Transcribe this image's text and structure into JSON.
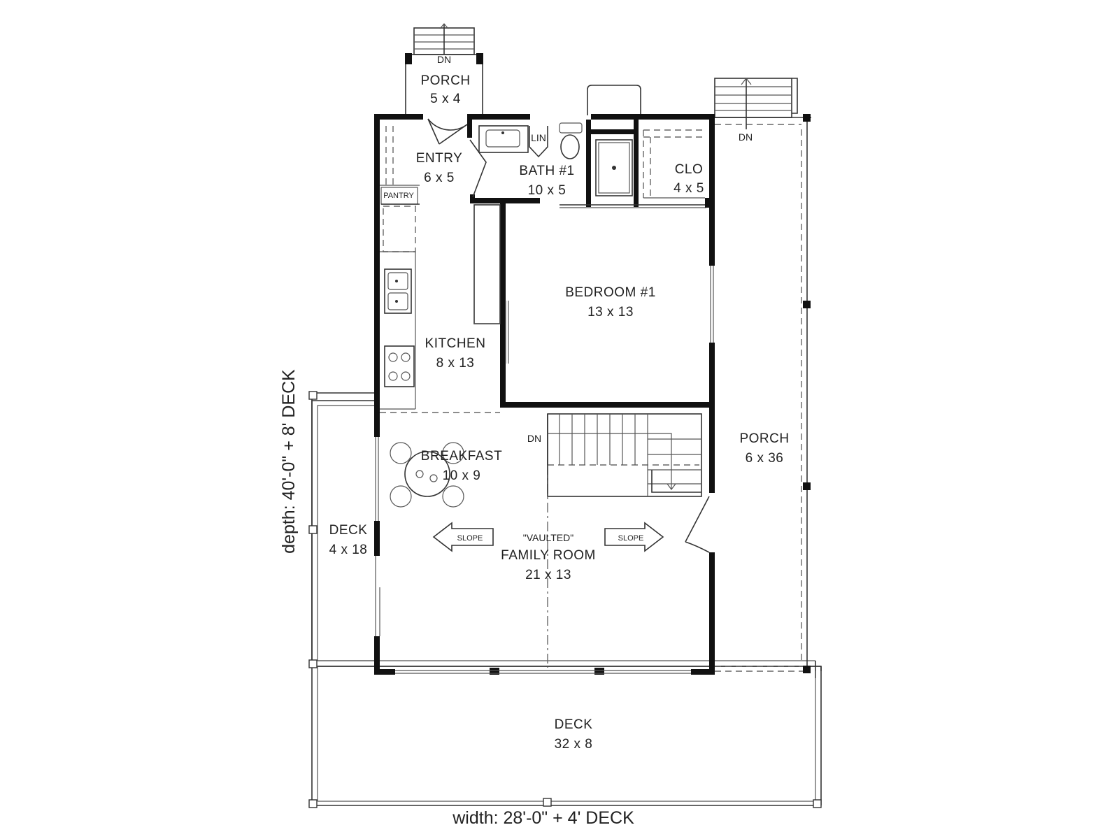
{
  "rooms": {
    "front_porch": {
      "name": "PORCH",
      "size": "5 x 4"
    },
    "entry": {
      "name": "ENTRY",
      "size": "6 x 5"
    },
    "bath": {
      "name": "BATH #1",
      "size": "10 x 5"
    },
    "closet": {
      "name": "CLO",
      "size": "4 x 5"
    },
    "bedroom": {
      "name": "BEDROOM #1",
      "size": "13 x 13"
    },
    "kitchen": {
      "name": "KITCHEN",
      "size": "8 x 13"
    },
    "breakfast": {
      "name": "BREAKFAST",
      "size": "10 x 9"
    },
    "family": {
      "note": "\"VAULTED\"",
      "name": "FAMILY ROOM",
      "size": "21 x 13"
    },
    "side_porch": {
      "name": "PORCH",
      "size": "6 x 36"
    },
    "side_deck": {
      "name": "DECK",
      "size": "4 x 18"
    },
    "rear_deck": {
      "name": "DECK",
      "size": "32 x 8"
    }
  },
  "labels": {
    "pantry": "PANTRY",
    "linen": "LIN",
    "dn_front": "DN",
    "dn_porch": "DN",
    "dn_stair": "DN",
    "slope_left": "SLOPE",
    "slope_right": "SLOPE"
  },
  "dimensions": {
    "width": "width: 28'-0\" + 4' DECK",
    "depth": "depth: 40'-0\" + 8' DECK"
  }
}
